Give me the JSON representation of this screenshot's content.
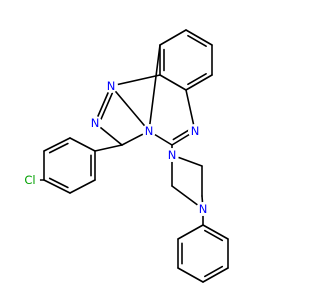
{
  "molecule": {
    "colors": {
      "bond": "#000000",
      "nitrogen": "#0000FF",
      "chlorine": "#00A000",
      "background": "#FFFFFF"
    },
    "atom_labels": {
      "n1": "N",
      "n2": "N",
      "n3": "N",
      "n4": "N",
      "n5": "N",
      "n6": "N",
      "cl": "Cl"
    }
  }
}
